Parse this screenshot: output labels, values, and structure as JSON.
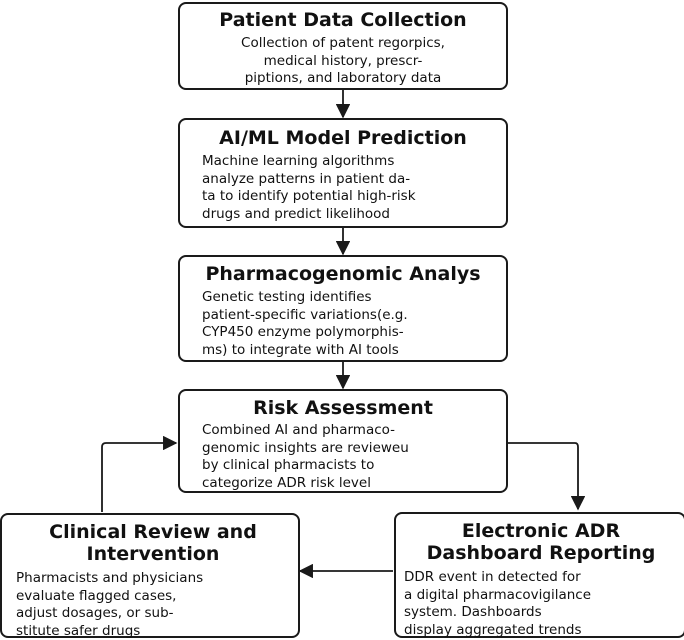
{
  "boxes": {
    "patient_data": {
      "title": "Patient Data Collection",
      "body": "Collection of patent regorpics,\nmedical history, prescr-\npiptions, and laboratory data"
    },
    "ai_ml": {
      "title": "AI/ML Model Prediction",
      "body": "Machine learning algorithms\nanalyze patterns in patient da-\nta to identify potential high-risk\ndrugs and predict likelihood"
    },
    "pharmacogenomic": {
      "title": "Pharmacogenomic Analys",
      "body": "Genetic testing identifies\npatient-specific variations(e.g.\nCYP450 enzyme polymorphis-\nms) to integrate with AI tools"
    },
    "risk": {
      "title": "Risk Assessment",
      "body": "Combined AI and pharmaco-\ngenomic insights are revieweu\nby clinical pharmacists to\ncategorize ADR risk level"
    },
    "clinical": {
      "title": "Clinical Review and\nIntervention",
      "body": "Pharmacists and physicians\nevaluate flagged cases,\nadjust dosages, or sub-\nstitute safer drugs"
    },
    "dashboard": {
      "title": "Electronic ADR\nDashboard Reporting",
      "body": "DDR event in detected for\na digital pharmacovigilance\nsystem. Dashboards\ndisplay aggregated trends"
    }
  }
}
